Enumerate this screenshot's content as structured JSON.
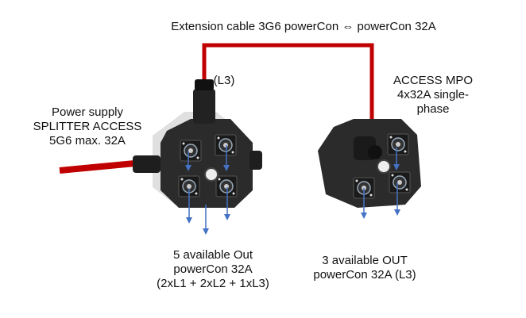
{
  "title": "Extension cable 3G6 powerCon ⇔ powerCon 32A",
  "phase_tag": "(L3)",
  "left_device": {
    "label": [
      "Power supply",
      "SPLITTER ACCESS",
      "5G6 max. 32A"
    ],
    "outputs": [
      "5 available Out",
      "powerCon 32A",
      "(2xL1 + 2xL2 + 1xL3)"
    ]
  },
  "right_device": {
    "label": [
      "ACCESS MPO",
      "4x32A single-",
      "phase"
    ],
    "outputs": [
      "3 available OUT",
      "powerCon 32A (L3)"
    ]
  },
  "colors": {
    "cable": "#c00000",
    "arrow": "#4472c4",
    "device": "#2b2b2b"
  }
}
